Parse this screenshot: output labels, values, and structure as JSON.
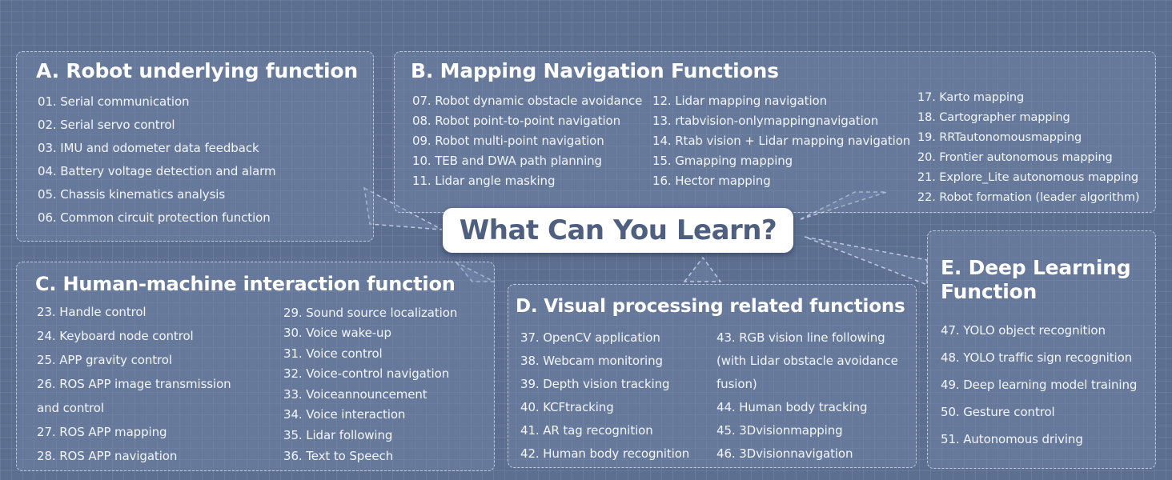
{
  "center_title": "What Can You Learn?",
  "panels": {
    "a": {
      "title": "A. Robot underlying function",
      "items": [
        "01. Serial communication",
        "02. Serial servo control",
        "03. IMU and odometer data feedback",
        "04. Battery voltage detection and alarm",
        "05. Chassis kinematics analysis",
        "06. Common circuit protection function"
      ]
    },
    "b": {
      "title": "B. Mapping Navigation Functions",
      "col1": [
        "07. Robot dynamic obstacle avoidance",
        "08. Robot point-to-point navigation",
        "09. Robot multi-point navigation",
        "10. TEB and DWA path planning",
        "11. Lidar angle masking"
      ],
      "col2": [
        "12. Lidar mapping navigation",
        "13. rtabvision-onlymappingnavigation",
        "14. Rtab vision + Lidar mapping navigation",
        "15. Gmapping mapping",
        "16. Hector mapping"
      ],
      "col3": [
        "17. Karto mapping",
        "18. Cartographer mapping",
        "19. RRTautonomousmapping",
        "20. Frontier autonomous mapping",
        "21. Explore_Lite autonomous mapping",
        "22. Robot formation (leader algorithm)"
      ]
    },
    "c": {
      "title": "C. Human-machine interaction function",
      "col1": [
        "23. Handle control",
        "24. Keyboard node control",
        "25. APP gravity control",
        "26. ROS APP image transmission",
        "and control",
        "27. ROS APP mapping",
        "28. ROS APP navigation"
      ],
      "col2": [
        "29. Sound source localization",
        "30. Voice wake-up",
        "31. Voice control",
        "32. Voice-control navigation",
        "33. Voiceannouncement",
        "34. Voice interaction",
        "35. Lidar following",
        "36. Text to Speech"
      ]
    },
    "d": {
      "title": "D. Visual processing related functions",
      "col1": [
        "37. OpenCV application",
        "38. Webcam monitoring",
        "39. Depth vision tracking",
        "40. KCFtracking",
        "41. AR tag recognition",
        "42. Human body recognition"
      ],
      "col2": [
        "43. RGB vision line following",
        "(with Lidar obstacle avoidance",
        "fusion)",
        "44. Human body tracking",
        "45. 3Dvisionmapping",
        "46. 3Dvisionnavigation"
      ]
    },
    "e": {
      "title_line1": "E. Deep Learning",
      "title_line2": "Function",
      "items": [
        "47. YOLO object recognition",
        "48. YOLO traffic sign recognition",
        "49. Deep learning model training",
        "50. Gesture control",
        "51. Autonomous driving"
      ]
    }
  }
}
